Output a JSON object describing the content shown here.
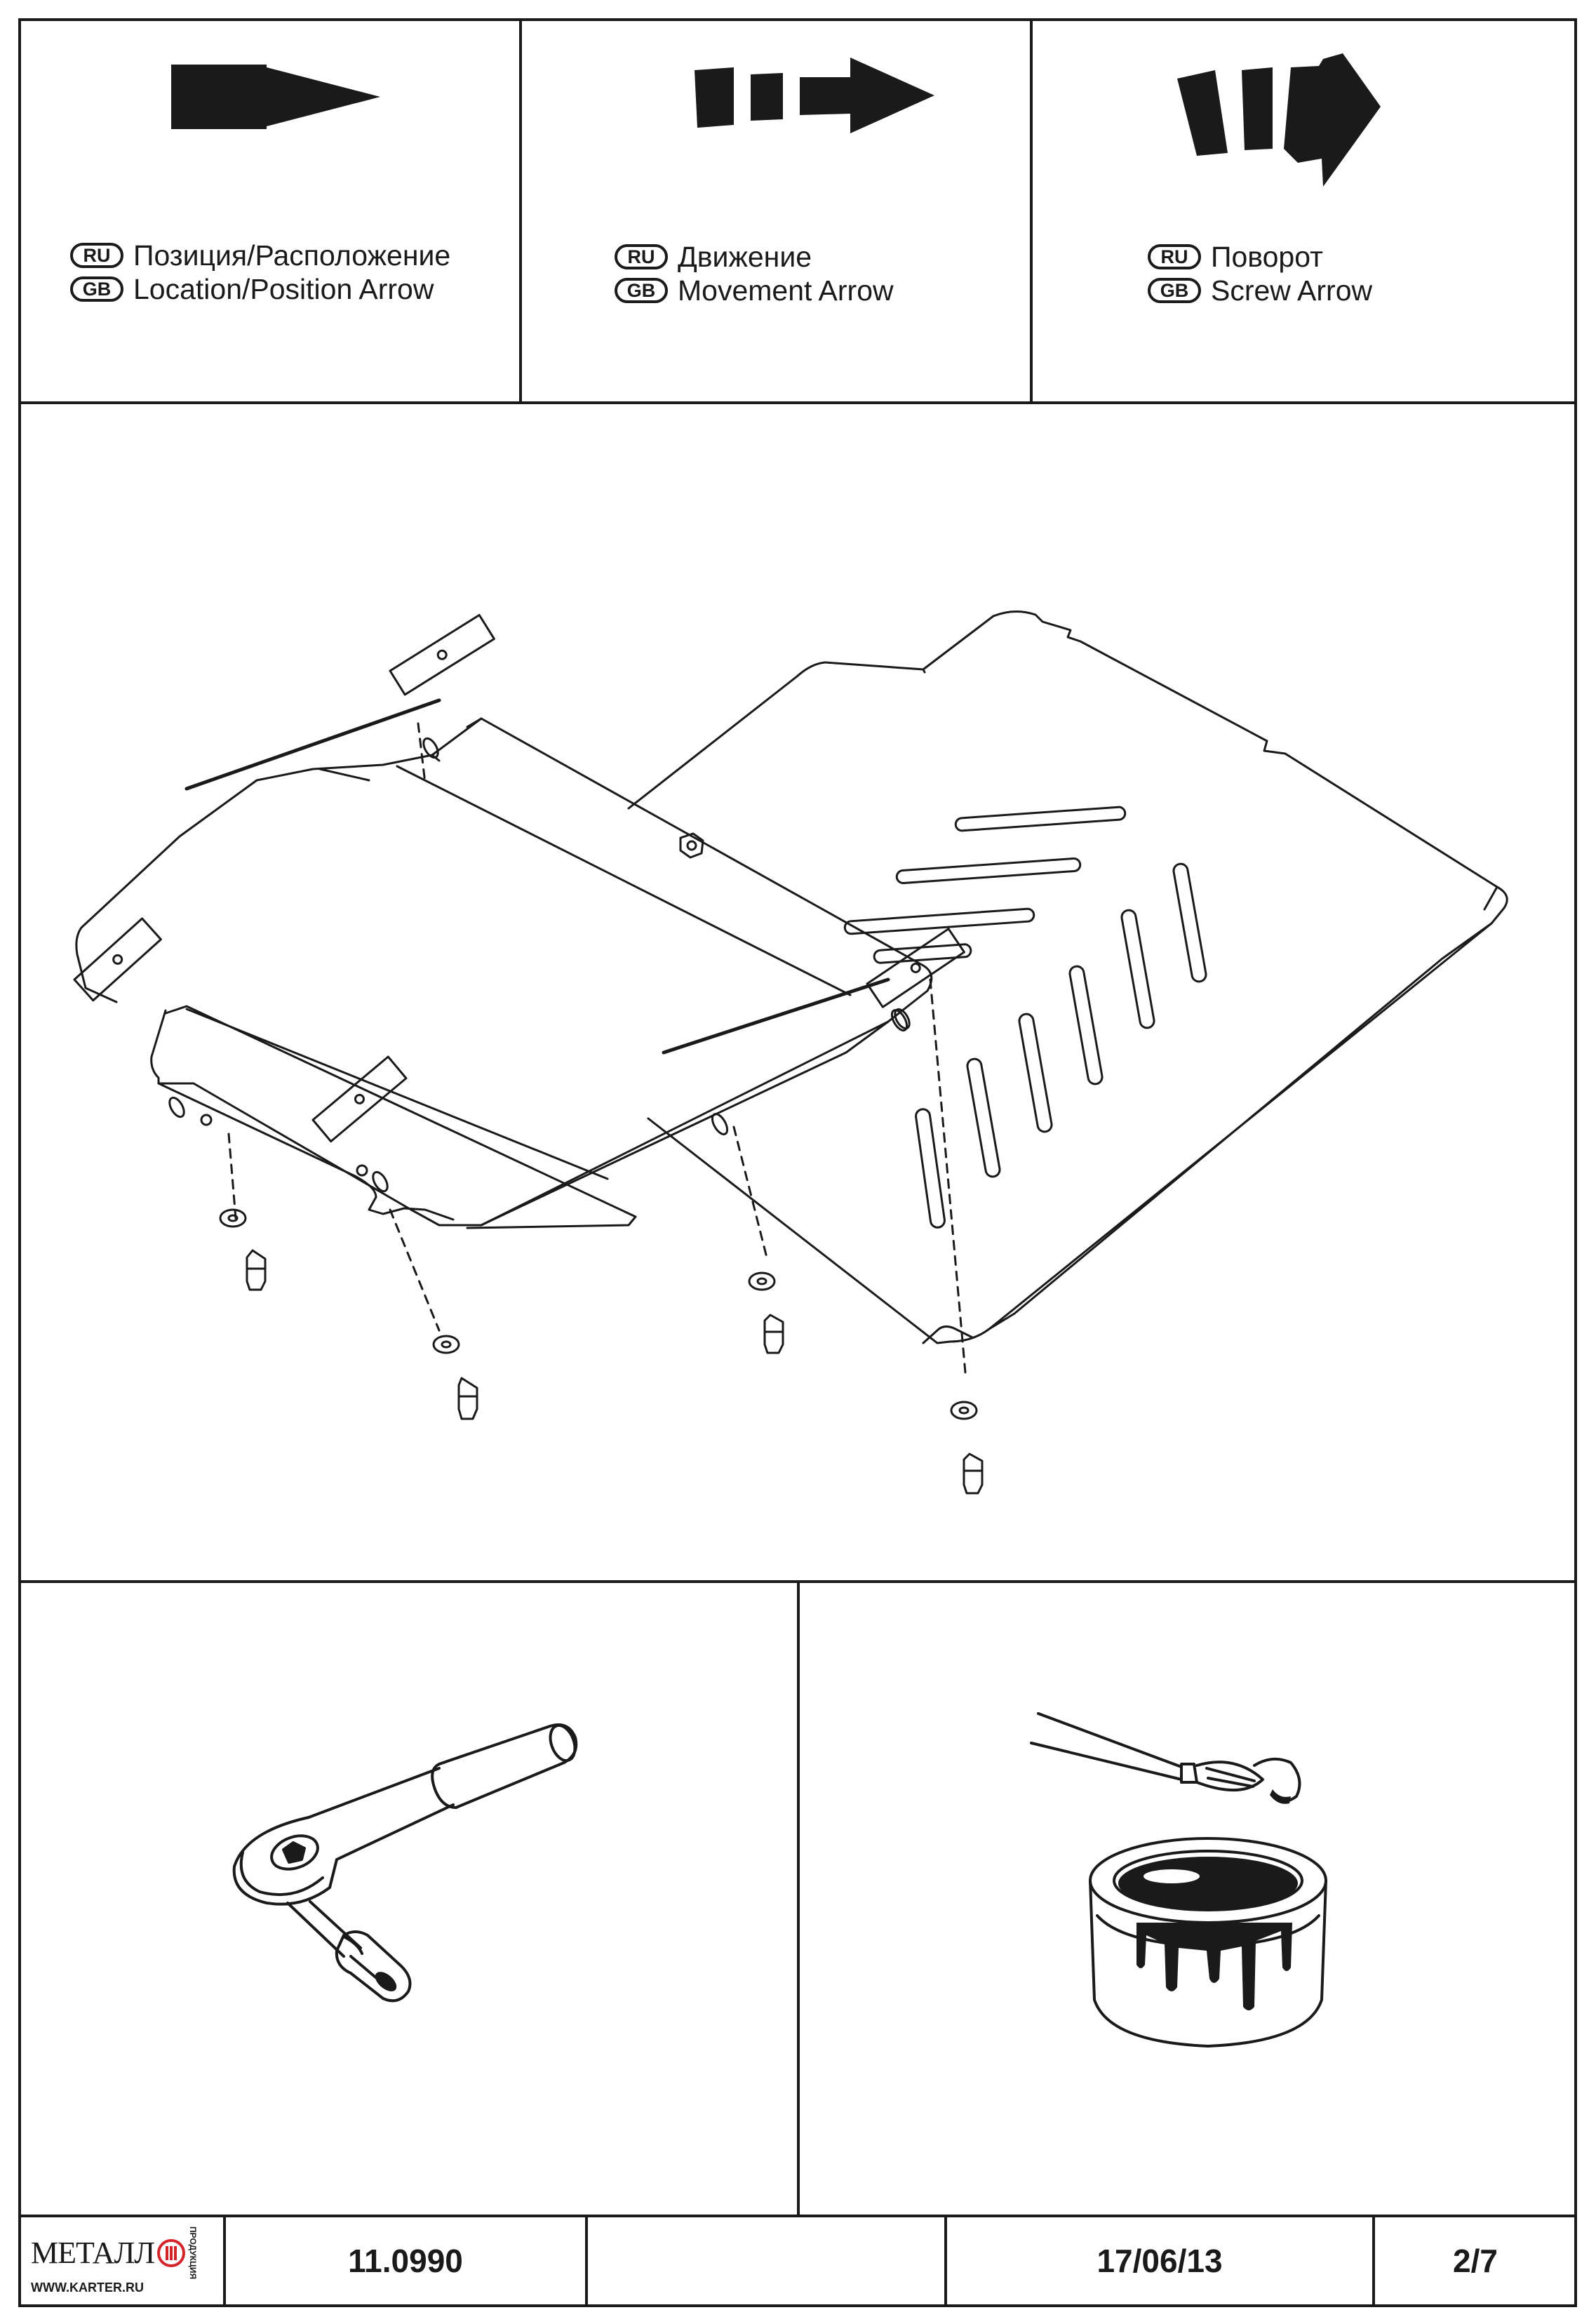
{
  "legend": {
    "location": {
      "ru_badge": "RU",
      "gb_badge": "GB",
      "ru_text": "Позиция/Расположение",
      "gb_text": "Location/Position Arrow"
    },
    "movement": {
      "ru_badge": "RU",
      "gb_badge": "GB",
      "ru_text": "Движение",
      "gb_text": "Movement Arrow"
    },
    "screw": {
      "ru_badge": "RU",
      "gb_badge": "GB",
      "ru_text": "Поворот",
      "gb_text": "Screw Arrow"
    }
  },
  "icons": {
    "location_arrow": "location-arrow-icon",
    "movement_arrow": "movement-arrow-icon",
    "screw_arrow": "screw-arrow-icon",
    "ratchet": "ratchet-wrench-icon",
    "paint": "paint-brush-can-icon"
  },
  "footer": {
    "logo_text": "МЕТАЛЛ",
    "logo_side": "ПРОДУКЦИЯ",
    "logo_url": "WWW.KARTER.RU",
    "part_number": "11.0990",
    "blank": "",
    "date": "17/06/13",
    "page": "2/7"
  },
  "colors": {
    "ink": "#1a1a1a",
    "logo_accent": "#d4242a",
    "paper": "#ffffff"
  }
}
